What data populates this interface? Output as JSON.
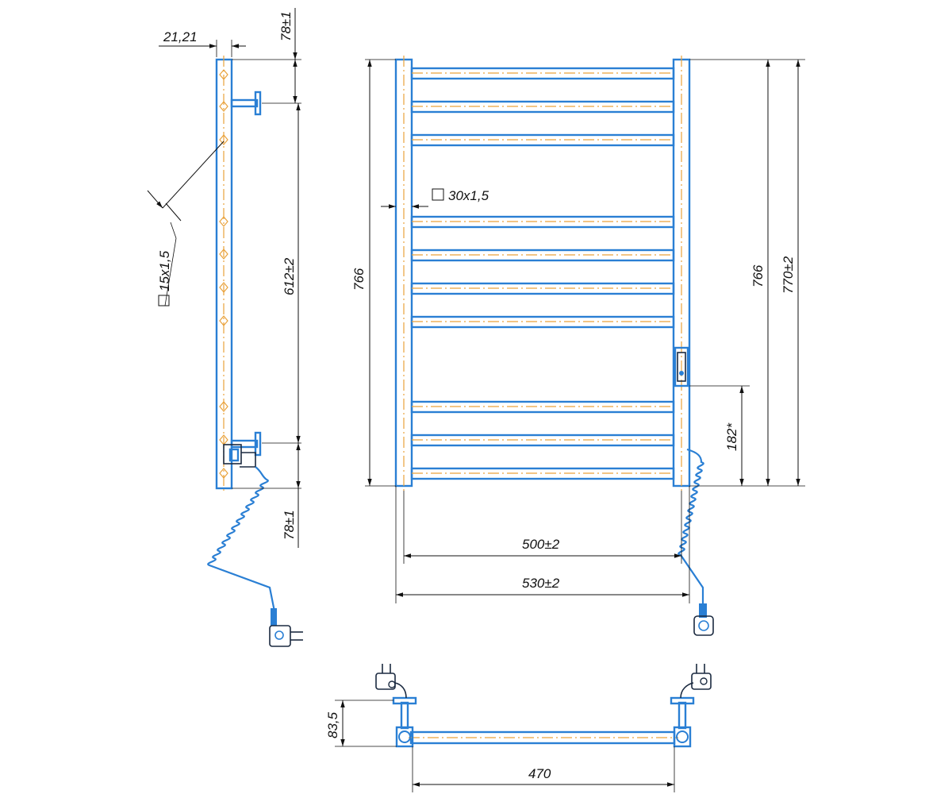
{
  "labels": {
    "side_depth": "21,21",
    "side_top_offset": "78±1",
    "side_profile": "15x1,5",
    "side_mount_spacing": "612±2",
    "side_bottom_offset": "78±1",
    "front_profile": "30x1,5",
    "front_height_left": "766",
    "front_height_right": "766",
    "front_height_total": "770±2",
    "front_heater_height": "182*",
    "front_width_inner": "500±2",
    "front_width_outer": "530±2",
    "top_wall_distance": "83,5",
    "top_width": "470"
  },
  "colors": {
    "frame": "#2a7fd4",
    "frame_dark": "#1d4f86",
    "axis": "#e9a23b",
    "dimension": "#111111"
  },
  "icons": [
    "plug-icon",
    "heater-element-icon",
    "wall-bracket-icon",
    "coiled-cable-icon"
  ]
}
